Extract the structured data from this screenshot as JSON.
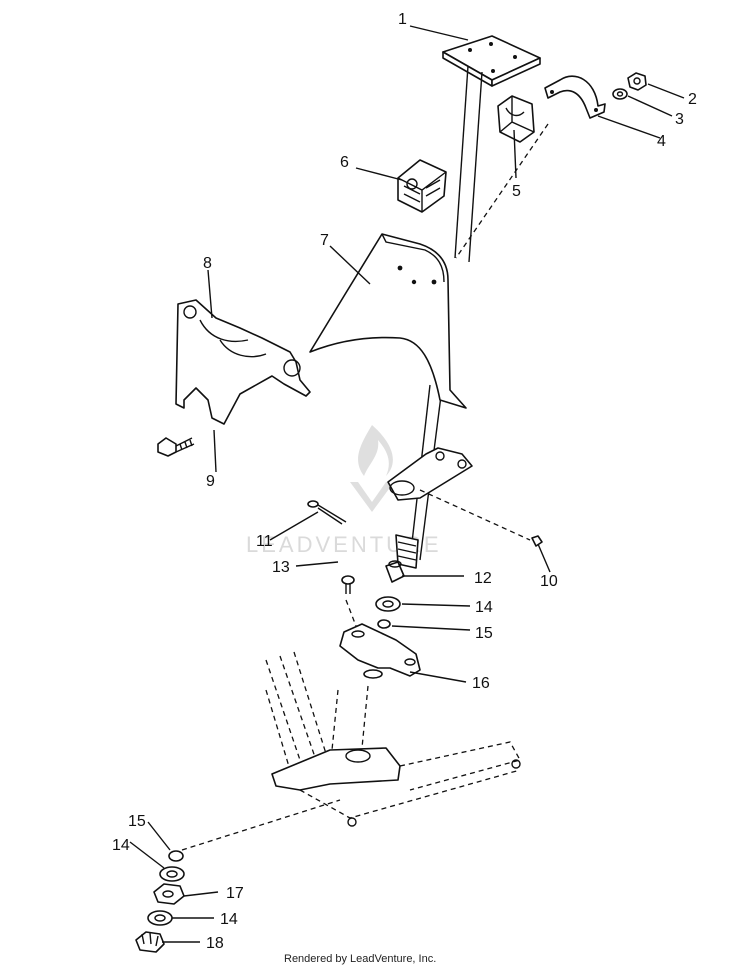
{
  "watermark": {
    "text": "LEADVENTURE"
  },
  "footer": {
    "text": "Rendered by LeadVenture, Inc."
  },
  "callouts": [
    "1",
    "2",
    "3",
    "4",
    "5",
    "6",
    "7",
    "8",
    "9",
    "10",
    "11",
    "12",
    "13",
    "14",
    "15",
    "16",
    "15",
    "14",
    "17",
    "14",
    "18"
  ]
}
